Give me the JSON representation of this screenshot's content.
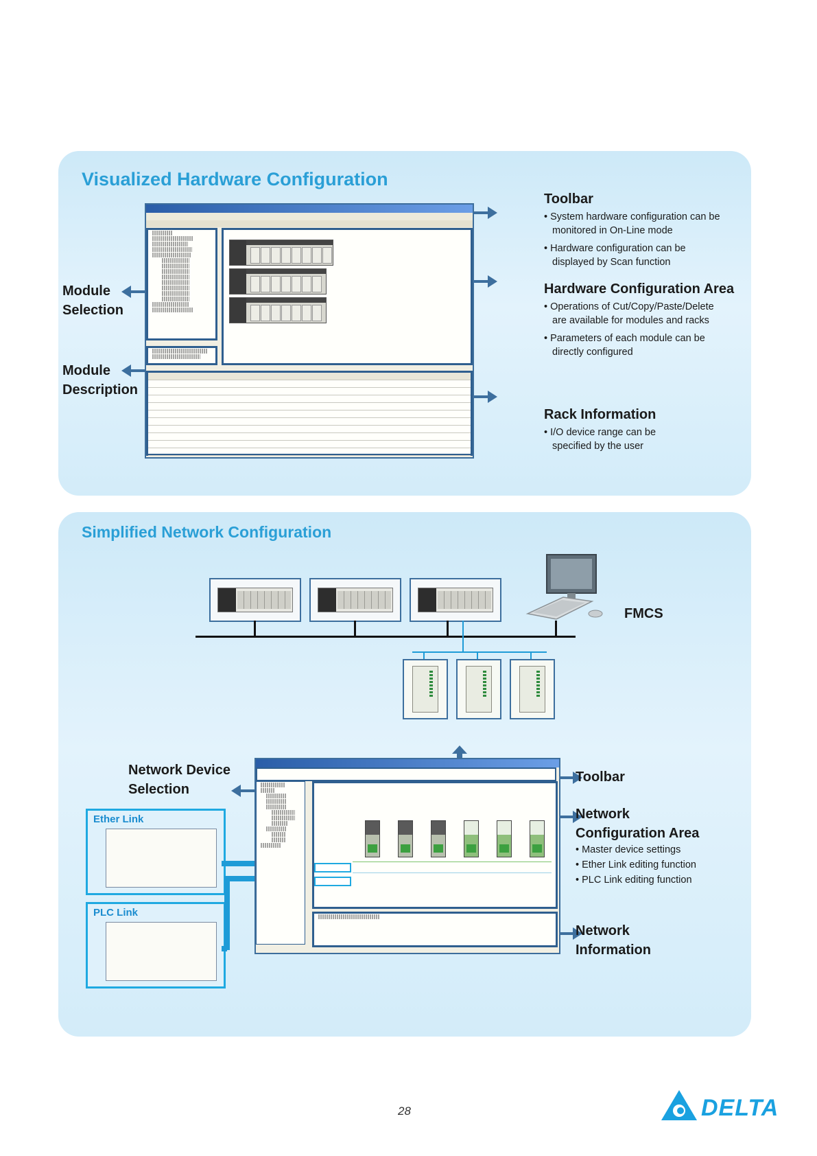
{
  "section1": {
    "title": "Visualized Hardware Configuration",
    "left_labels": {
      "module_selection": "Module\nSelection",
      "module_description": "Module\nDescription"
    },
    "toolbar": {
      "heading": "Toolbar",
      "bullets": [
        "• System hardware configuration can be monitored in On-Line mode",
        "• Hardware configuration can be displayed by Scan function"
      ]
    },
    "hw_area": {
      "heading": "Hardware Configuration Area",
      "bullets": [
        "• Operations of Cut/Copy/Paste/Delete are available for modules and racks",
        "• Parameters of each module can be directly configured"
      ]
    },
    "rack_info": {
      "heading": "Rack Information",
      "bullets": [
        "• I/O device range can be specified by the user"
      ]
    }
  },
  "section2": {
    "title": "Simplified Network Configuration",
    "fmcs_label": "FMCS",
    "network_device_selection": "Network Device\nSelection",
    "toolbar_label": "Toolbar",
    "net_config": {
      "heading": "Network\nConfiguration Area",
      "bullets": [
        "• Master device settings",
        "• Ether Link editing function",
        "• PLC Link editing function"
      ]
    },
    "net_info": "Network\nInformation",
    "insets": {
      "ether": "Ether Link",
      "plc": "PLC Link"
    }
  },
  "footer": {
    "page_number": "28",
    "brand": "DELTA"
  },
  "colors": {
    "accent": "#2a9fd6",
    "arrow": "#3d6f9e",
    "brand": "#1aa1e0"
  }
}
